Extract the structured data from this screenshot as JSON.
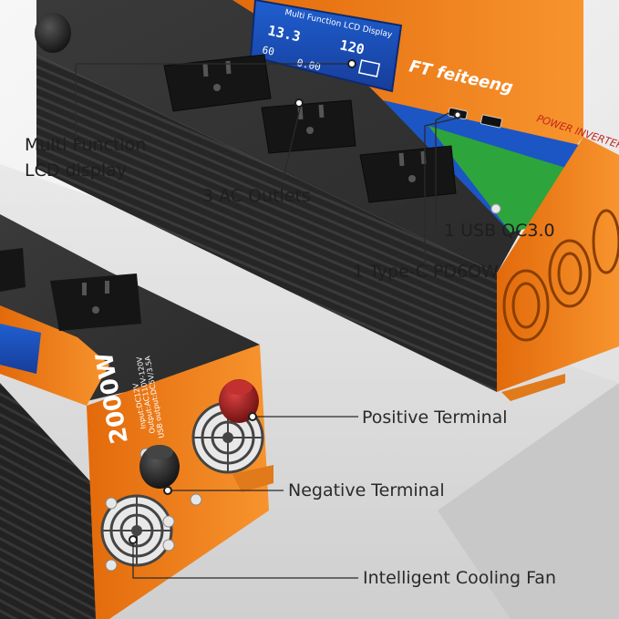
{
  "product": {
    "brand_logo": "FT feiteeng",
    "lcd_brand_text": "Multi Function LCD Display",
    "side_panel_text": "POWER INVERTER",
    "power_rating": "2000W",
    "spec_line_1": "Input:DC12V",
    "spec_line_2": "Output:AC110V-120V",
    "spec_line_3": "USB output:DC5V/3.5A"
  },
  "lcd": {
    "reading_1": "13.3",
    "reading_2": "60",
    "reading_3": "0.00",
    "reading_4": "120"
  },
  "callouts": {
    "lcd_line_1": "Multi Function",
    "lcd_line_2": "LCD display",
    "ac_outlets": "3 AC Outlets",
    "usb": "1 USB QC3.0",
    "type_c": "1 Type-C PD6OW",
    "positive": "Positive Terminal",
    "negative": "Negative Terminal",
    "fan": "Intelligent Cooling Fan"
  },
  "colors": {
    "accent_orange": "#f07a1a",
    "body_black": "#2b2b2b",
    "lcd_blue": "#1e4fb8",
    "terminal_red": "#9e1b1b"
  }
}
